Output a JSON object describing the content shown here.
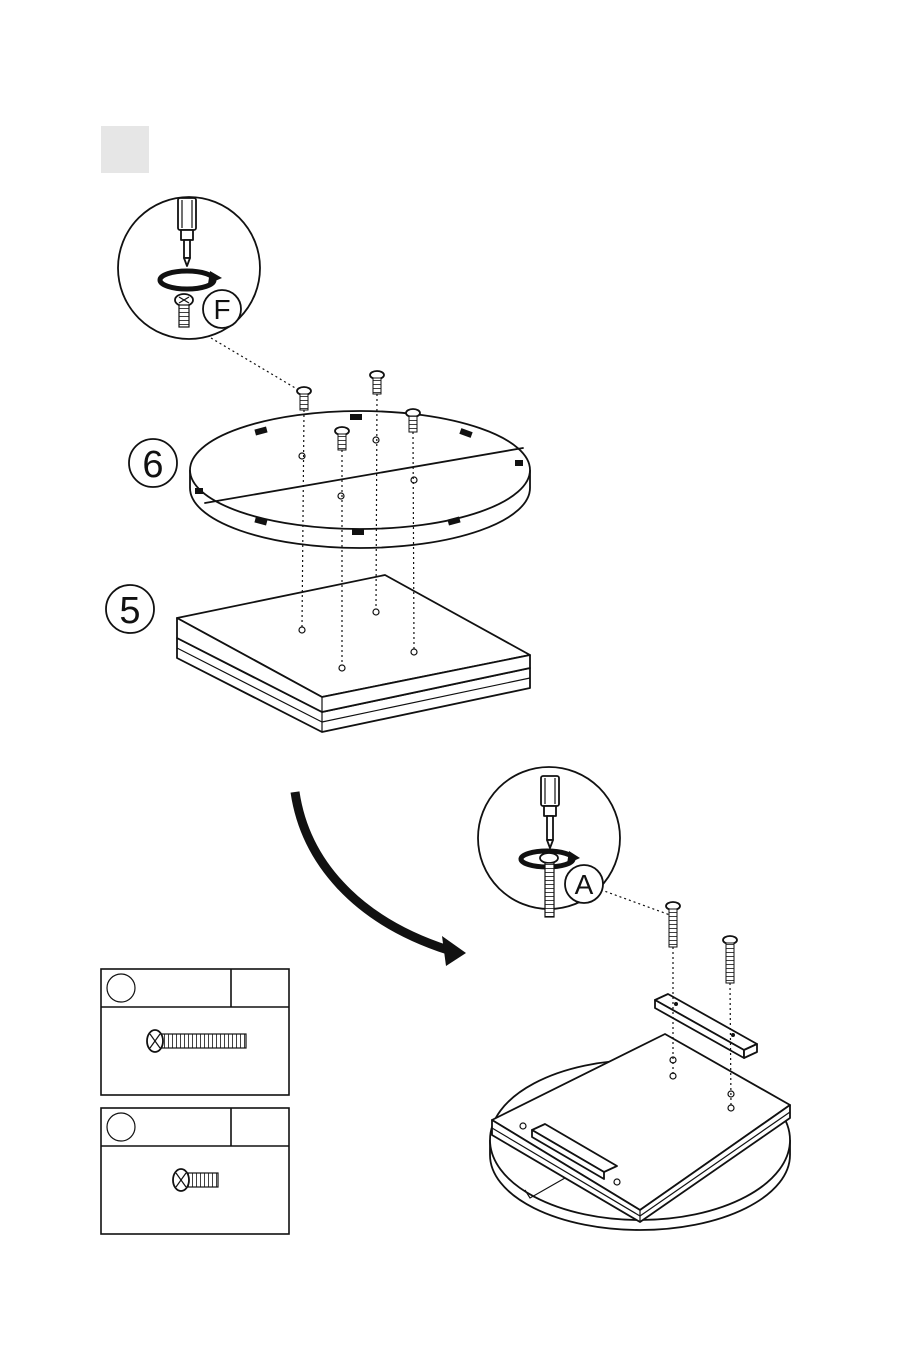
{
  "diagram": {
    "step_box_label": "",
    "part_labels": {
      "top_panel": "6",
      "base_panel": "5"
    },
    "callouts": {
      "short_screw_letter": "F",
      "long_screw_letter": "A"
    },
    "hardware_legend": [
      {
        "id_label": "",
        "qty": "",
        "icon": "long-screw-icon"
      },
      {
        "id_label": "",
        "qty": "",
        "icon": "short-screw-icon"
      }
    ],
    "colors": {
      "ink": "#111111",
      "step_box": "#e6e6e6",
      "paper": "#ffffff"
    }
  }
}
